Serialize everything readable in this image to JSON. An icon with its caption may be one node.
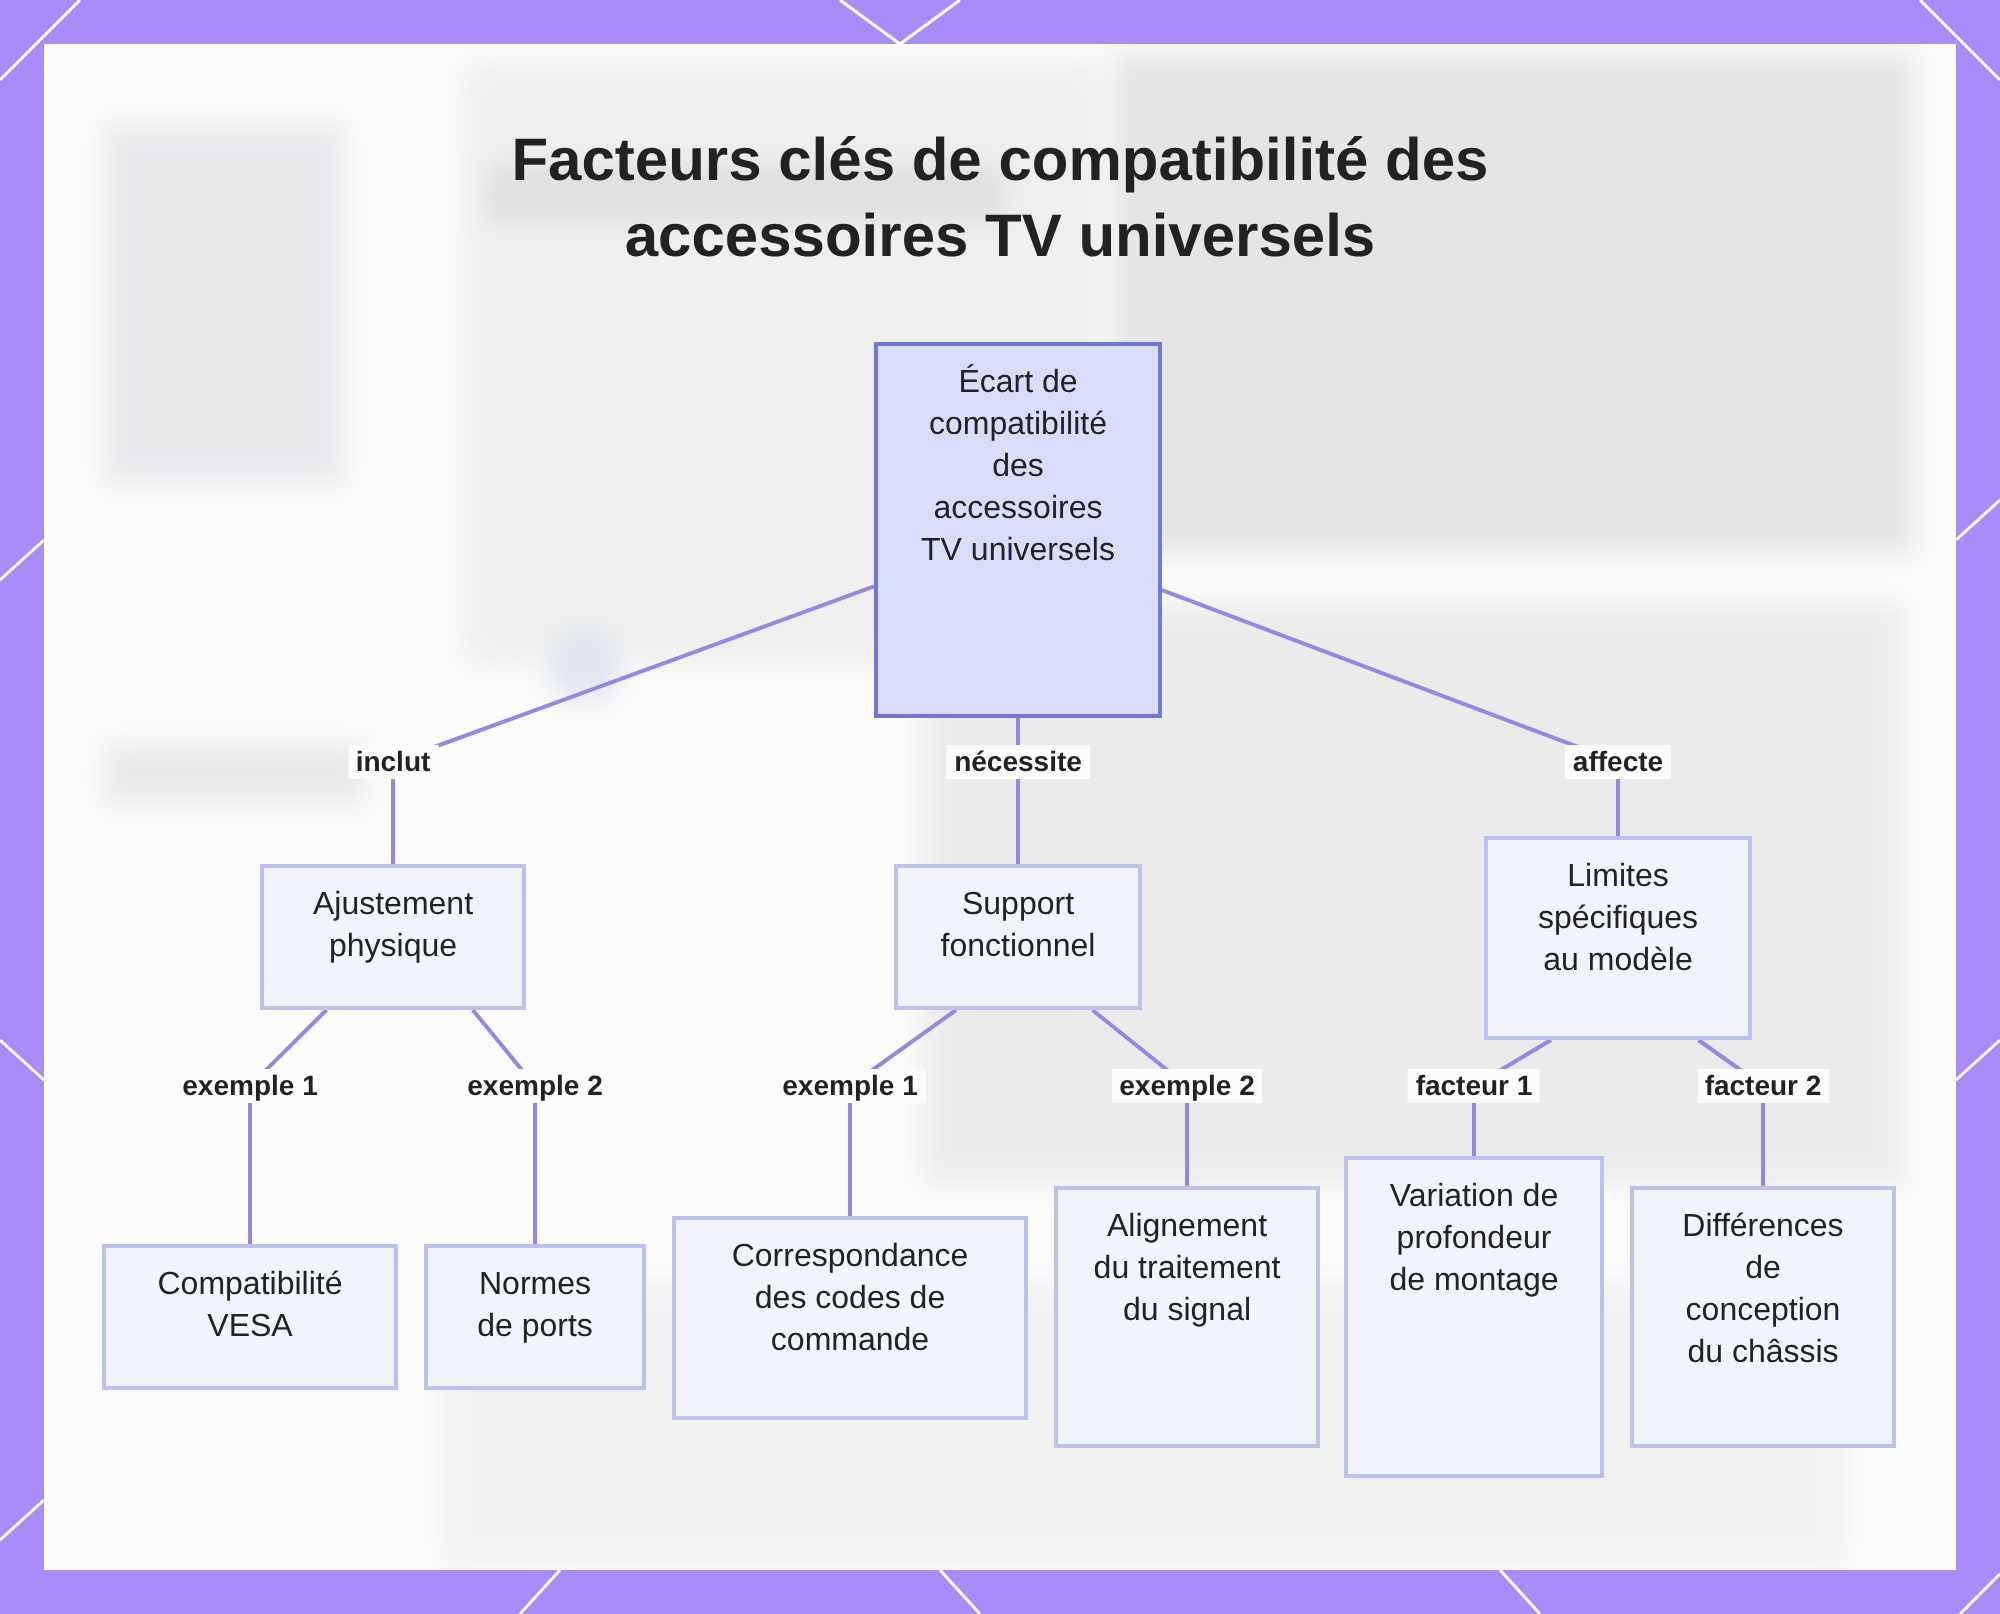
{
  "diagram": {
    "title": "Facteurs clés de compatibilité des accessoires TV universels",
    "nodes": [
      {
        "text": [
          "Écart de compatibilité des accessoires TV universels"
        ]
      },
      {
        "text": [
          "Ajustement physique"
        ]
      },
      {
        "text": [
          "Support fonctionnel"
        ]
      },
      {
        "text": [
          "Limites spécifiques au modèle"
        ]
      },
      {
        "text": [
          "Compatibilité VESA"
        ]
      },
      {
        "text": [
          "Normes de ports"
        ]
      },
      {
        "text": [
          "Correspondance des codes de commande"
        ]
      },
      {
        "text": [
          "Alignement du traitement du signal"
        ]
      },
      {
        "text": [
          "Variation de profondeur de montage"
        ]
      },
      {
        "text": [
          "Différences de conception du châssis"
        ]
      }
    ],
    "edges": [
      {
        "from": 0,
        "to": 1,
        "arrow": "none",
        "label": "inclut"
      },
      {
        "from": 0,
        "to": 2,
        "arrow": "none",
        "label": "nécessite"
      },
      {
        "from": 0,
        "to": 3,
        "arrow": "none",
        "label": "affecte"
      },
      {
        "from": 1,
        "to": 4,
        "arrow": "none",
        "label": "exemple 1"
      },
      {
        "from": 1,
        "to": 5,
        "arrow": "none",
        "label": "exemple 2"
      },
      {
        "from": 2,
        "to": 6,
        "arrow": "none",
        "label": "exemple 1"
      },
      {
        "from": 2,
        "to": 7,
        "arrow": "none",
        "label": "exemple 2"
      },
      {
        "from": 3,
        "to": 8,
        "arrow": "none",
        "label": "facteur 1"
      },
      {
        "from": 3,
        "to": 9,
        "arrow": "none",
        "label": "facteur 2"
      }
    ]
  }
}
